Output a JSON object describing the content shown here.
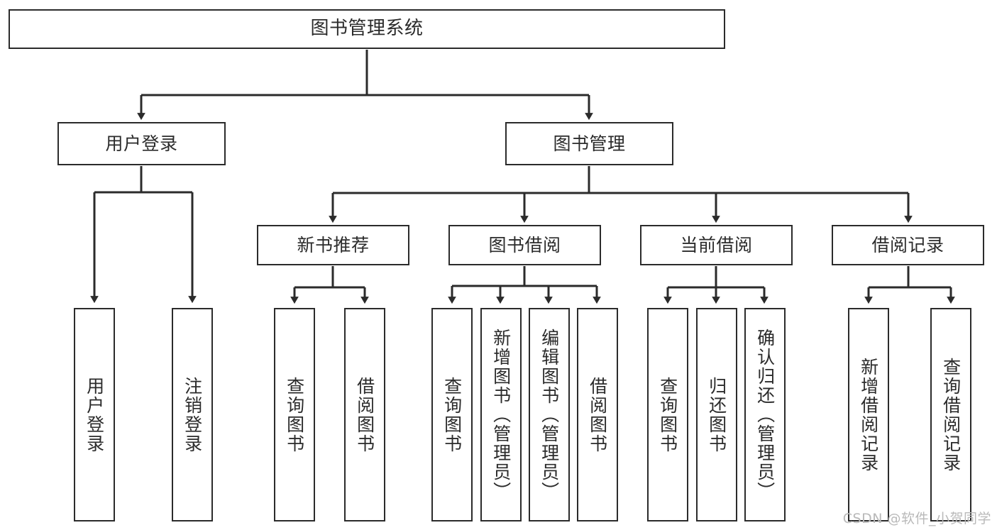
{
  "diagram": {
    "title": "图书管理系统",
    "watermark": "CSDN @软件_小贺同学",
    "colors": {
      "background": "#ffffff",
      "box_border": "#2b2b2b",
      "box_fill": "#ffffff",
      "edge": "#2b2b2b",
      "text": "#2b2b2b",
      "watermark": "#b9b9b9"
    },
    "root": {
      "label": "图书管理系统"
    },
    "level2": [
      {
        "id": "user-login",
        "label": "用户登录"
      },
      {
        "id": "book-manage",
        "label": "图书管理"
      }
    ],
    "level3": [
      {
        "id": "new-book-rec",
        "label": "新书推荐"
      },
      {
        "id": "book-borrow",
        "label": "图书借阅"
      },
      {
        "id": "current-borrow",
        "label": "当前借阅"
      },
      {
        "id": "borrow-record",
        "label": "借阅记录"
      }
    ],
    "leaves": {
      "user_login": [
        {
          "id": "leaf-user-login",
          "label": "用户登录"
        },
        {
          "id": "leaf-logout",
          "label": "注销登录"
        }
      ],
      "new_book_rec": [
        {
          "id": "leaf-query-book-1",
          "label": "查询图书"
        },
        {
          "id": "leaf-borrow-book-1",
          "label": "借阅图书"
        }
      ],
      "book_borrow": [
        {
          "id": "leaf-query-book-2",
          "label": "查询图书"
        },
        {
          "id": "leaf-add-book",
          "label": "新增图书（管理员）"
        },
        {
          "id": "leaf-edit-book",
          "label": "编辑图书（管理员）"
        },
        {
          "id": "leaf-borrow-book-2",
          "label": "借阅图书"
        }
      ],
      "current_borrow": [
        {
          "id": "leaf-query-book-3",
          "label": "查询图书"
        },
        {
          "id": "leaf-return-book",
          "label": "归还图书"
        },
        {
          "id": "leaf-confirm-return",
          "label": "确认归还（管理员）"
        }
      ],
      "borrow_record": [
        {
          "id": "leaf-add-record",
          "label": "新增借阅记录"
        },
        {
          "id": "leaf-query-record",
          "label": "查询借阅记录"
        }
      ]
    }
  }
}
